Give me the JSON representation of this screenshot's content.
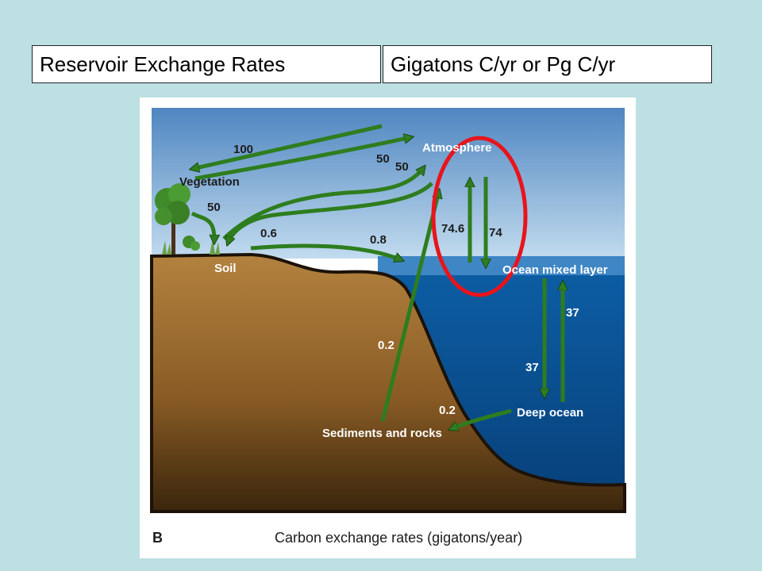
{
  "header": {
    "left_title": "Reservoir Exchange Rates",
    "right_title": "Gigatons C/yr or Pg C/yr"
  },
  "diagram": {
    "reservoirs": {
      "atmosphere": "Atmosphere",
      "vegetation": "Vegetation",
      "soil": "Soil",
      "ocean_mixed_layer": "Ocean mixed layer",
      "deep_ocean": "Deep ocean",
      "sediments": "Sediments and rocks"
    },
    "fluxes": {
      "atm_to_veg": "100",
      "veg_to_atm": "50",
      "soil_to_atm": "50",
      "veg_to_soil": "50",
      "atm_to_soil": "0.6",
      "soil_to_ocean": "0.8",
      "ocean_to_atm": "74.6",
      "atm_to_ocean": "74",
      "deep_to_mixed": "37",
      "mixed_to_deep": "37",
      "deep_to_sediments": "0.2",
      "sediments_to_atm": "0.2"
    },
    "panel_letter": "B",
    "caption": "Carbon exchange rates (gigatons/year)",
    "colors": {
      "arrow": "#2e7d1e",
      "highlight": "#e8141c",
      "sky": "#7aaad4",
      "ocean": "#0a5597",
      "land": "#a57538"
    }
  }
}
